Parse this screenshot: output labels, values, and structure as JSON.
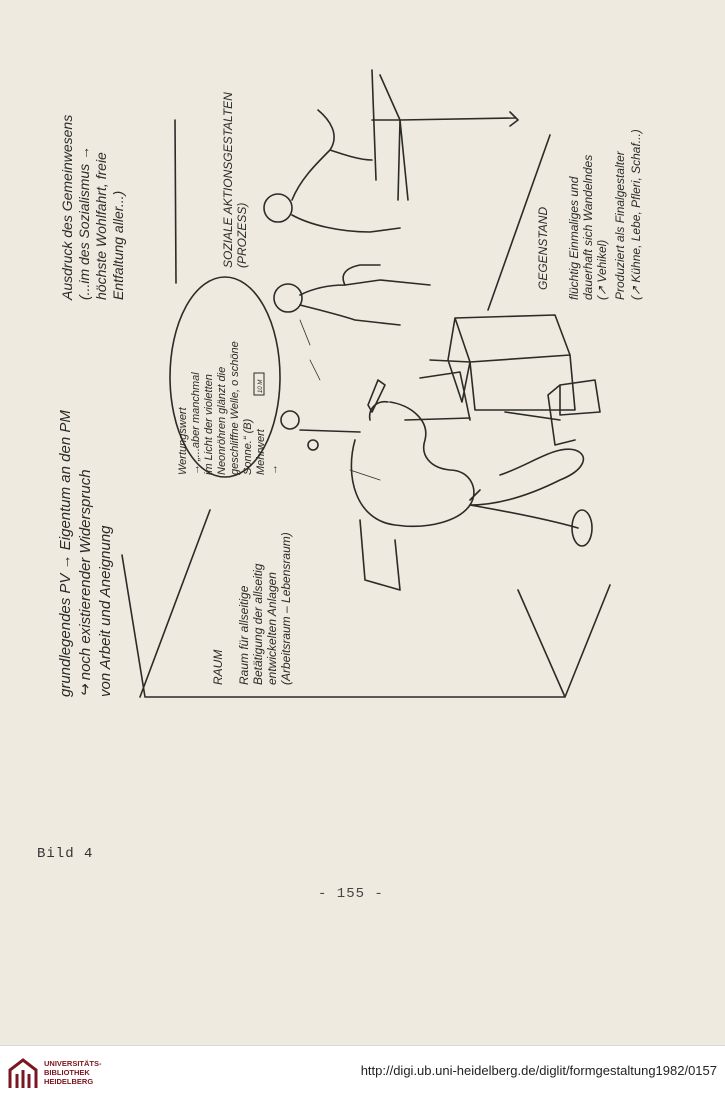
{
  "sketch": {
    "top_left": [
      "grundlegendes PV → Eigentum an den PM",
      "↪ noch existierender Widerspruch",
      "von Arbeit und Aneignung"
    ],
    "top_right": [
      "Ausdruck des Gemeinwesens",
      "(...im des Sozialismus →",
      "höchste Wohlfahrt, freie",
      "Entfaltung aller...)"
    ],
    "social_heading": [
      "SOZIALE AKTIONSGESTALTEN",
      "(PROZESS)"
    ],
    "bubble": [
      "Wertungswert",
      "→ „...aber manchmal",
      "im Licht der violetten",
      "Neonröhren glänzt die",
      "geschliffne Welle, o schöne",
      "Sonne.“  (B)",
      "Mehrwert",
      "→"
    ],
    "bubble_money": "10 M",
    "raum_heading": "RAUM",
    "raum_text": [
      "Raum für allseitige",
      "Betätigung der allseitig",
      "entwickelten Anlagen",
      "(Arbeitsraum – Lebensraum)"
    ],
    "gegenstand_heading": "GEGENSTAND",
    "gegenstand_text": [
      "flüchtig Einmaliges und",
      "dauerhaft sich Wandelndes",
      "(↗ Vehikel)",
      "Produziert als Finalgestalter",
      "(↗ Kühne, Lebe, Pfleri, Schaf...)"
    ]
  },
  "caption": "Bild 4",
  "page_number": "- 155 -",
  "footer": {
    "logo_lines": [
      "UNIVERSITÄTS-",
      "BIBLIOTHEK",
      "HEIDELBERG"
    ],
    "url": "http://digi.ub.uni-heidelberg.de/diglit/formgestaltung1982/0157"
  },
  "colors": {
    "paper": "#eeeadf",
    "ink": "#2a2a28",
    "logo": "#7a1620"
  }
}
